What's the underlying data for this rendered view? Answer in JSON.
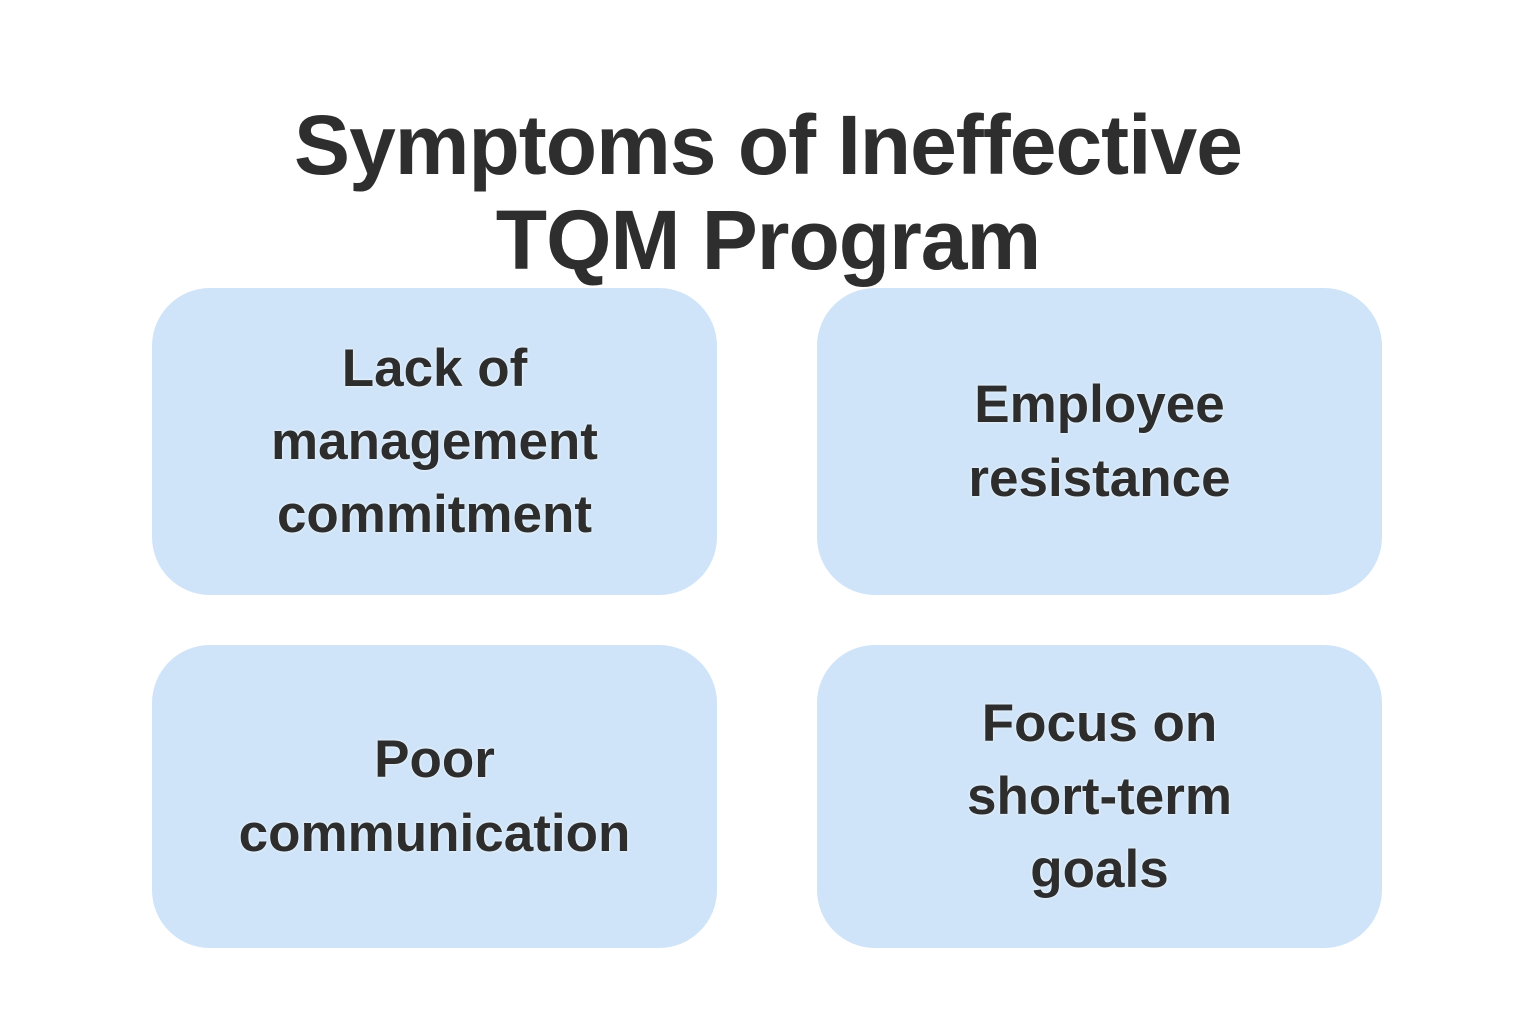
{
  "diagram": {
    "title": "Symptoms of Ineffective\nTQM Program",
    "cards": [
      {
        "label": "Lack of\nmanagement\ncommitment"
      },
      {
        "label": "Employee\nresistance"
      },
      {
        "label": "Poor\ncommunication"
      },
      {
        "label": "Focus on\nshort-term\ngoals"
      }
    ],
    "colors": {
      "page_background": "#ffffff",
      "card_background": "#cfe4f8",
      "text": "#2d2d2d"
    }
  }
}
